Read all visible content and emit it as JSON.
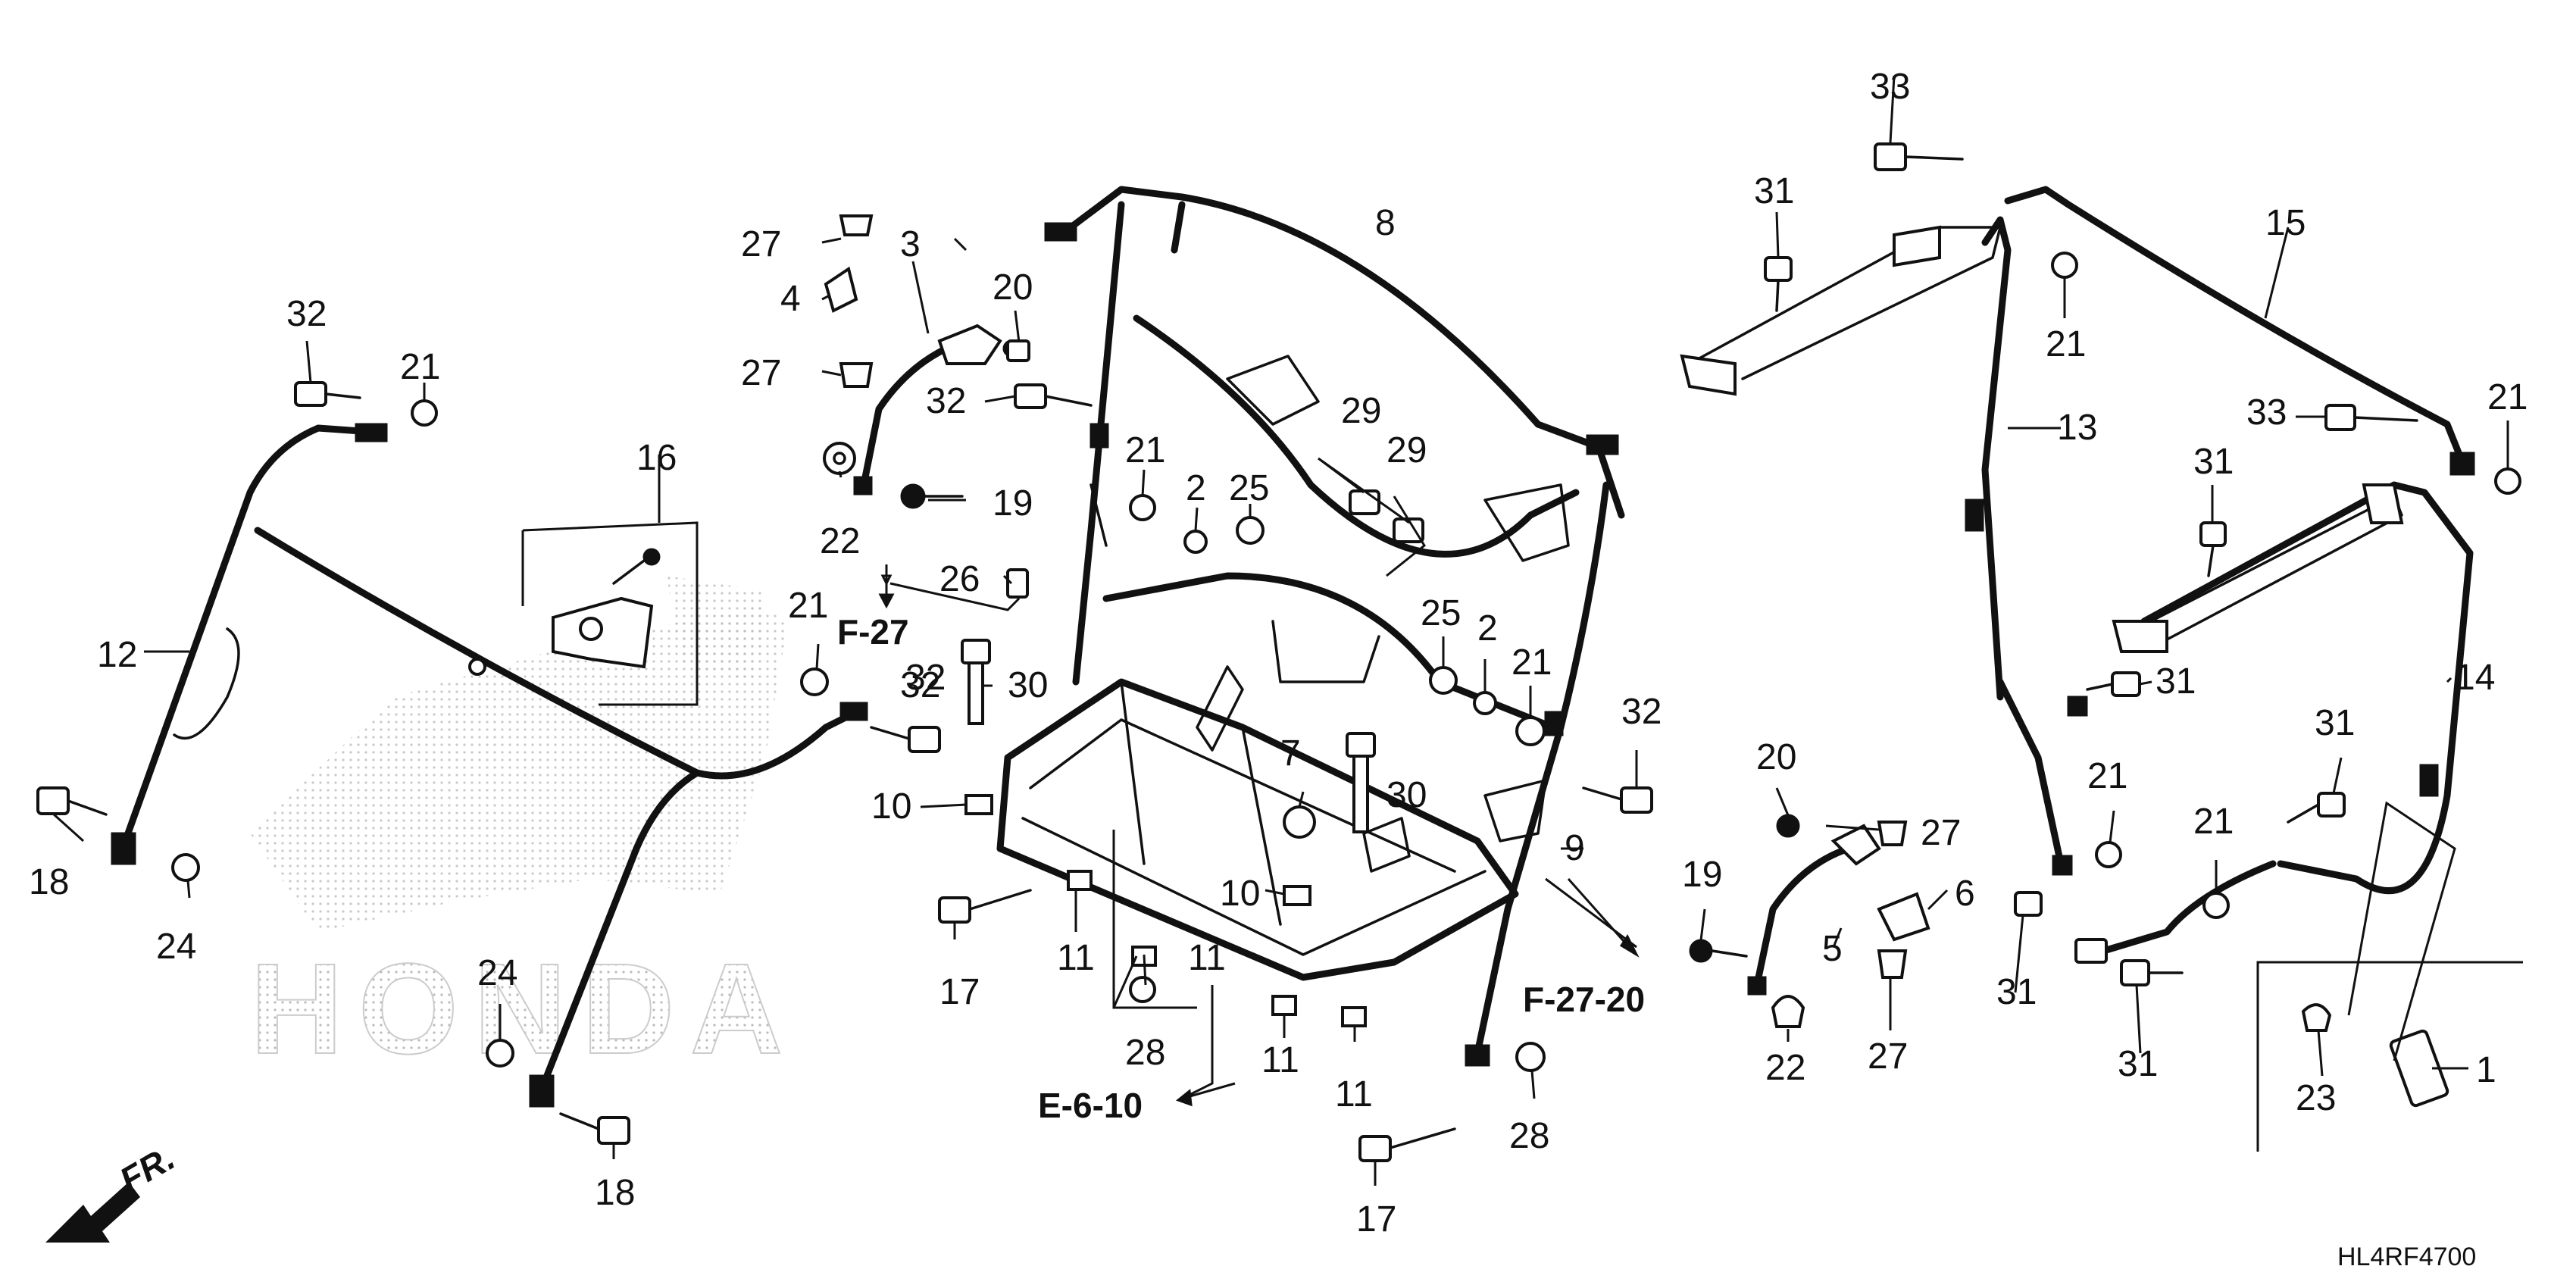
{
  "diagram_code": "HL4RF4700",
  "front_indicator": "FR.",
  "watermark": "HONDA",
  "references": [
    "F-27",
    "F-27-20",
    "E-6-10"
  ],
  "callouts": {
    "c1": "1",
    "c2a": "2",
    "c2b": "2",
    "c3": "3",
    "c4": "4",
    "c5": "5",
    "c6": "6",
    "c7": "7",
    "c8": "8",
    "c9": "9",
    "c10a": "10",
    "c10b": "10",
    "c11a": "11",
    "c11b": "11",
    "c11c": "11",
    "c11d": "11",
    "c12": "12",
    "c13": "13",
    "c14": "14",
    "c15": "15",
    "c16": "16",
    "c17a": "17",
    "c17b": "17",
    "c18a": "18",
    "c18b": "18",
    "c19a": "19",
    "c19b": "19",
    "c20a": "20",
    "c20b": "20",
    "c21a": "21",
    "c21b": "21",
    "c21c": "21",
    "c21d": "21",
    "c21e": "21",
    "c21f": "21",
    "c21g": "21",
    "c21h": "21",
    "c22a": "22",
    "c22b": "22",
    "c23": "23",
    "c24a": "24",
    "c24b": "24",
    "c25a": "25",
    "c25b": "25",
    "c26": "26",
    "c27a": "27",
    "c27b": "27",
    "c27c": "27",
    "c27d": "27",
    "c28a": "28",
    "c28b": "28",
    "c29a": "29",
    "c29b": "29",
    "c30a": "30",
    "c30b": "30",
    "c31a": "31",
    "c31b": "31",
    "c31c": "31",
    "c31d": "31",
    "c31e": "31",
    "c31f": "31",
    "c32a": "32",
    "c32b": "32",
    "c32c": "32",
    "c32d": "32",
    "c33a": "33",
    "c33b": "33"
  }
}
